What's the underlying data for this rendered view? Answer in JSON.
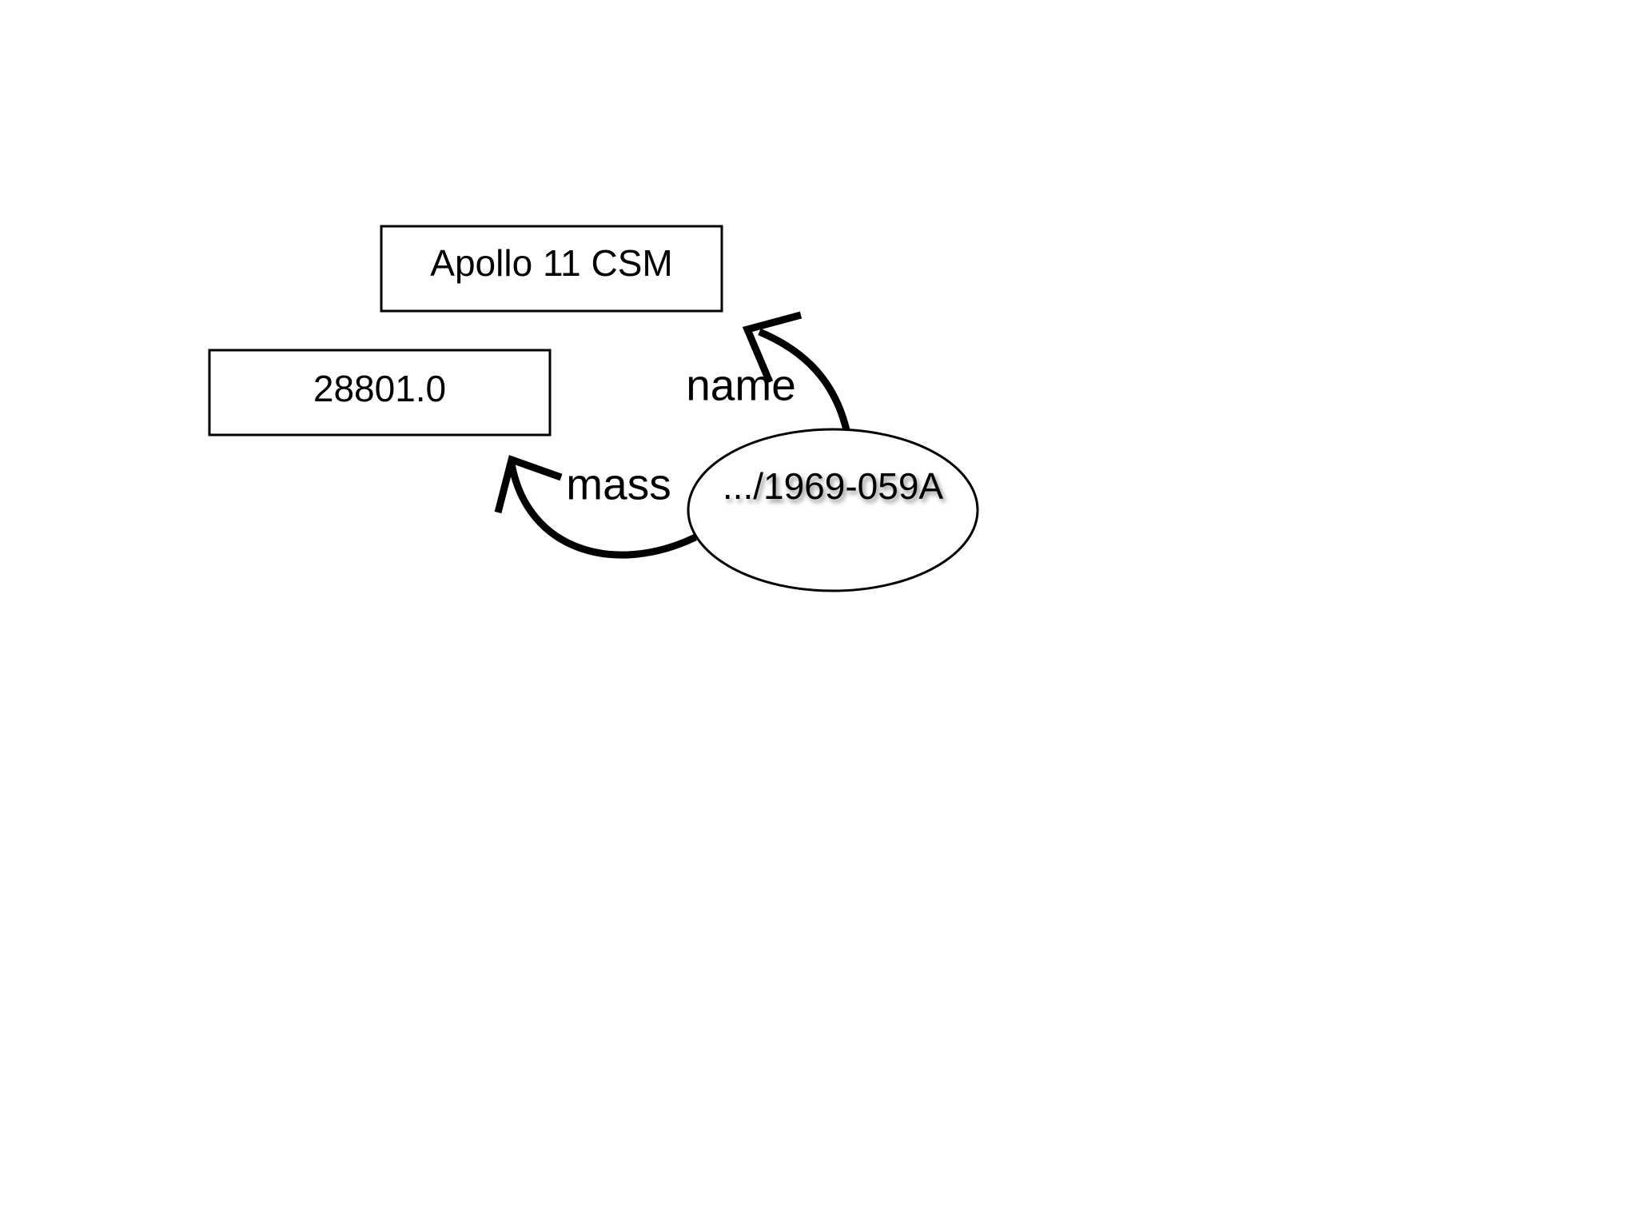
{
  "nodes": {
    "name_literal": {
      "label": "Apollo 11 CSM"
    },
    "mass_literal": {
      "label": "28801.0"
    },
    "resource": {
      "label": ".../1969-059A"
    }
  },
  "edges": {
    "name": {
      "label": "name"
    },
    "mass": {
      "label": "mass"
    }
  },
  "colors": {
    "stroke": "#000000",
    "background": "#ffffff"
  }
}
